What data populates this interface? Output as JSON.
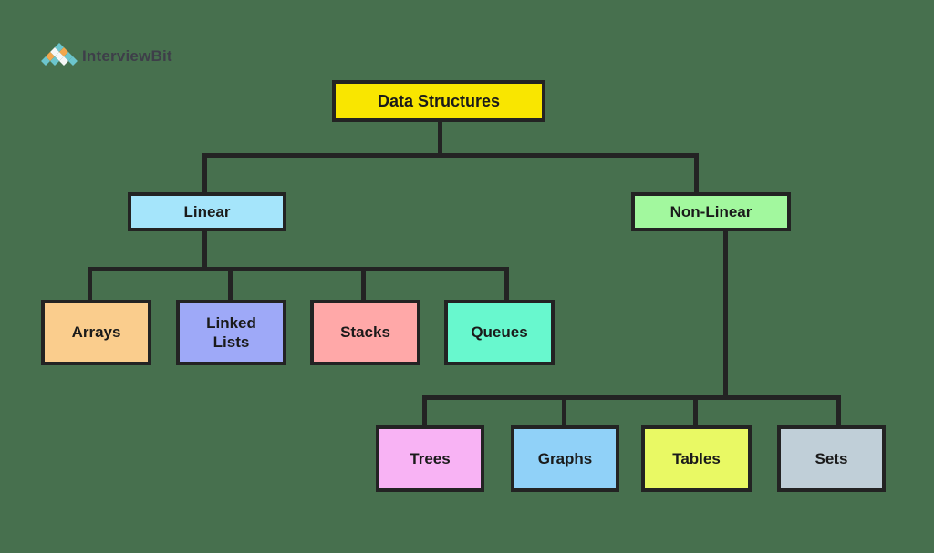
{
  "logo": {
    "text": "InterviewBit",
    "text_color": "#3E3E49",
    "colors": {
      "teal": "#6CC5CD",
      "orange": "#F2A74E",
      "white": "#F7F7F7"
    },
    "pyramid": [
      [
        "teal"
      ],
      [
        "white",
        "orange"
      ],
      [
        "orange",
        "white",
        "teal"
      ],
      [
        "teal",
        "teal",
        "white",
        "teal"
      ]
    ]
  },
  "diagram": {
    "background": "#47704E",
    "line_color": "#232323",
    "text_color": "#1A1A1A",
    "nodes": [
      {
        "label": "Data Structures",
        "fill": "#F9E600"
      },
      {
        "label": "Linear",
        "fill": "#A5E5FB"
      },
      {
        "label": "Non-Linear",
        "fill": "#A2F89E"
      },
      {
        "label": "Arrays",
        "fill": "#FACD8D"
      },
      {
        "label": "Linked Lists",
        "fill": "#9EA9F8"
      },
      {
        "label": "Stacks",
        "fill": "#FFA8A8"
      },
      {
        "label": "Queues",
        "fill": "#68F8CE"
      },
      {
        "label": "Trees",
        "fill": "#F8B3F4"
      },
      {
        "label": "Graphs",
        "fill": "#90D1F8"
      },
      {
        "label": "Tables",
        "fill": "#E9F964"
      },
      {
        "label": "Sets",
        "fill": "#C0CFD8"
      }
    ],
    "hierarchy": {
      "Data Structures": [
        "Linear",
        "Non-Linear"
      ],
      "Linear": [
        "Arrays",
        "Linked Lists",
        "Stacks",
        "Queues"
      ],
      "Non-Linear": [
        "Trees",
        "Graphs",
        "Tables",
        "Sets"
      ]
    }
  }
}
